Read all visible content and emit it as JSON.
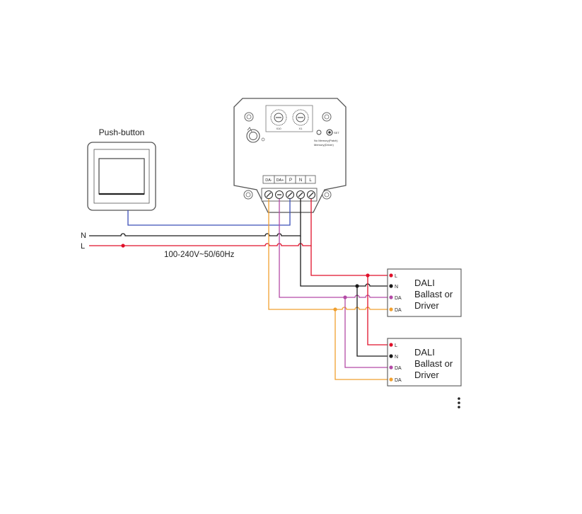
{
  "push_button": {
    "label": "Push-button"
  },
  "mains": {
    "n_label": "N",
    "l_label": "L",
    "voltage": "100-240V~50/60Hz"
  },
  "controller": {
    "terminals": [
      "DA-",
      "DA+",
      "P",
      "N",
      "L"
    ],
    "dial_left_label": "X10",
    "dial_right_label": "X1",
    "set_label": "SET",
    "note_line1": "No Memory(Patch)",
    "note_line2": "Memory(Driver)"
  },
  "drivers": [
    {
      "title_line1": "DALI",
      "title_line2": "Ballast or",
      "title_line3": "Driver",
      "pins": [
        "L",
        "N",
        "DA",
        "DA"
      ]
    },
    {
      "title_line1": "DALI",
      "title_line2": "Ballast or",
      "title_line3": "Driver",
      "pins": [
        "L",
        "N",
        "DA",
        "DA"
      ]
    }
  ],
  "colors": {
    "live": "#e0102a",
    "neutral": "#1a1a1a",
    "push": "#3b4fb8",
    "dali_pos": "#b34aa6",
    "dali_neg": "#f0a030",
    "outline": "#555555"
  }
}
